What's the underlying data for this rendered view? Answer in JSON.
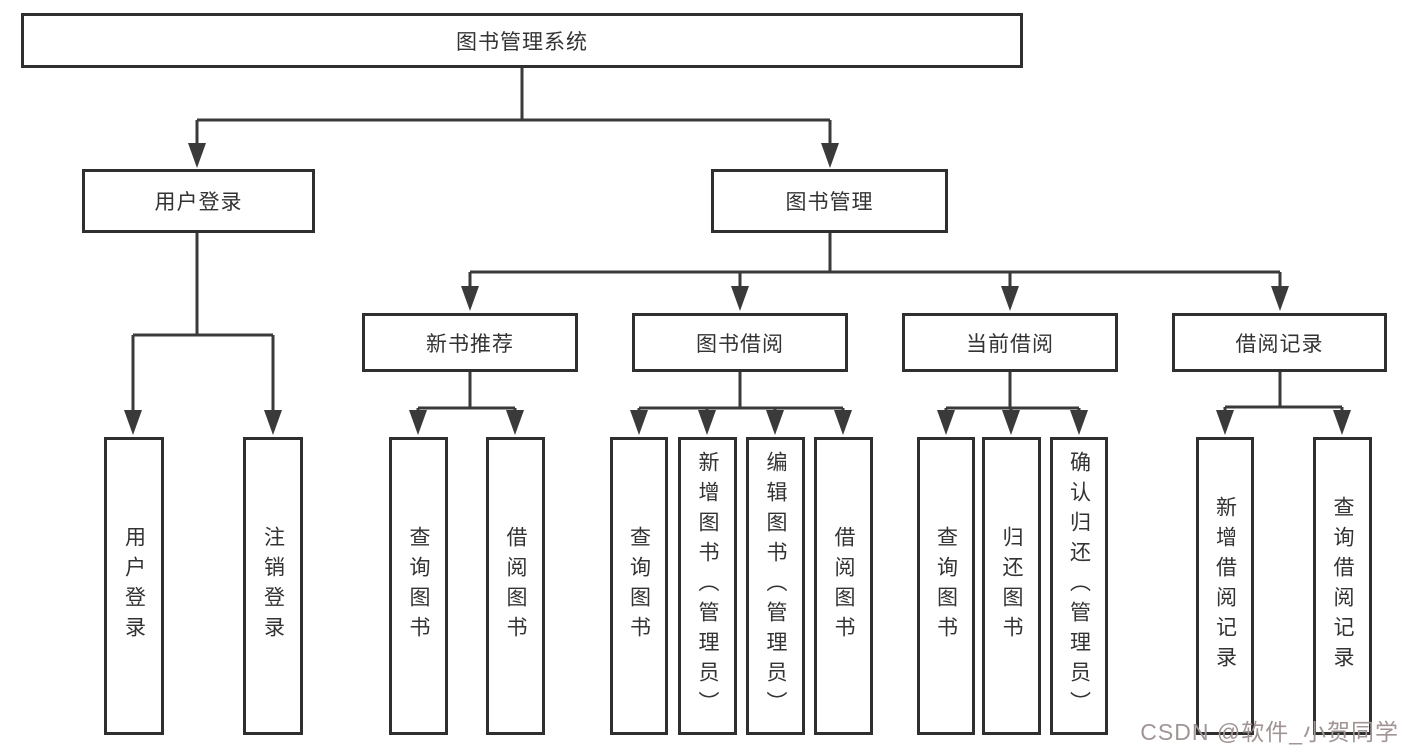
{
  "colors": {
    "border": "#2f2f2f",
    "line": "#3a3a3a",
    "text": "#333333",
    "background": "#ffffff",
    "watermark": "#a09494"
  },
  "watermark": {
    "text": "CSDN @软件_小贺同学"
  },
  "diagram": {
    "type": "hierarchy-tree",
    "root": {
      "label": "图书管理系统"
    },
    "branches": [
      {
        "label": "用户登录",
        "children": [
          {
            "label": "用户登录"
          },
          {
            "label": "注销登录"
          }
        ]
      },
      {
        "label": "图书管理",
        "children": [
          {
            "label": "新书推荐",
            "children": [
              {
                "label": "查询图书"
              },
              {
                "label": "借阅图书"
              }
            ]
          },
          {
            "label": "图书借阅",
            "children": [
              {
                "label": "查询图书"
              },
              {
                "label": "新增图书（管理员）"
              },
              {
                "label": "编辑图书（管理员）"
              },
              {
                "label": "借阅图书"
              }
            ]
          },
          {
            "label": "当前借阅",
            "children": [
              {
                "label": "查询图书"
              },
              {
                "label": "归还图书"
              },
              {
                "label": "确认归还（管理员）"
              }
            ]
          },
          {
            "label": "借阅记录",
            "children": [
              {
                "label": "新增借阅记录"
              },
              {
                "label": "查询借阅记录"
              }
            ]
          }
        ]
      }
    ]
  }
}
